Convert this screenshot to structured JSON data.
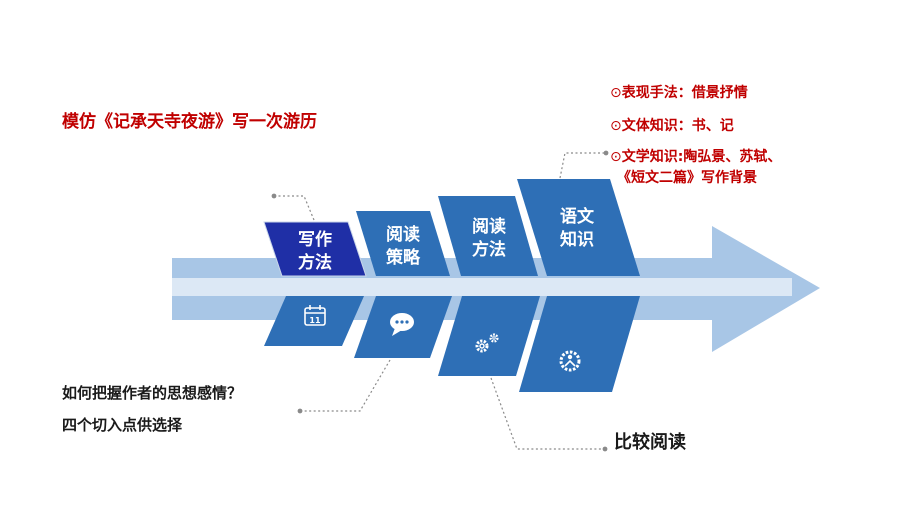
{
  "title": "模仿《记承天寺夜游》写一次游历",
  "notes": [
    {
      "marker": "⊙",
      "text": "表现手法：借景抒情"
    },
    {
      "marker": "⊙",
      "text": "文体知识：书、记"
    },
    {
      "marker": "⊙",
      "text": "文学知识:陶弘景、苏轼、"
    }
  ],
  "note_cont": "《短文二篇》写作背景",
  "questions": [
    "如何把握作者的思想感情？",
    "四个切入点供选择"
  ],
  "compare_label": "比较阅读",
  "cards": [
    {
      "line1": "写作",
      "line2": "方法",
      "icon": "calendar-icon",
      "calendar_num": "11"
    },
    {
      "line1": "阅读",
      "line2": "策略",
      "icon": "chat-bubble-icon"
    },
    {
      "line1": "阅读",
      "line2": "方法",
      "icon": "gears-icon"
    },
    {
      "line1": "语文",
      "line2": "知识",
      "icon": "reader-gear-icon"
    }
  ],
  "colors": {
    "accent_red": "#c00000",
    "card_blue": "#2e6fb6",
    "active_card": "#1f2fa6",
    "arrow_light": "#a8c6e6",
    "arrow_band": "#dce8f5",
    "connector_gray": "#8a8a8a"
  }
}
